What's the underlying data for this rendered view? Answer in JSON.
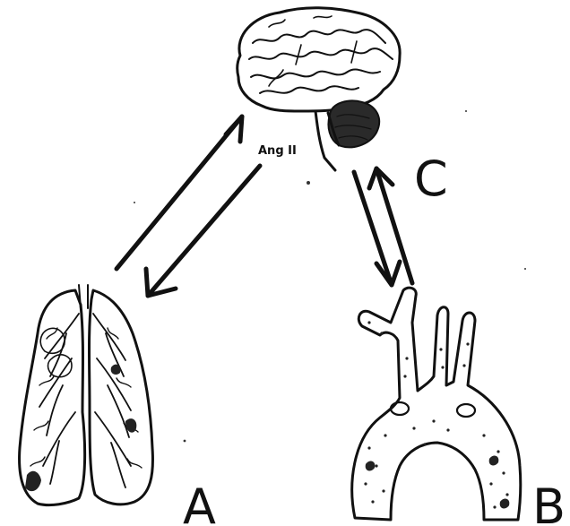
{
  "labels": {
    "brain_annotation": "Ang II",
    "lungs": "A",
    "aorta": "B",
    "pathway_c": "C"
  }
}
